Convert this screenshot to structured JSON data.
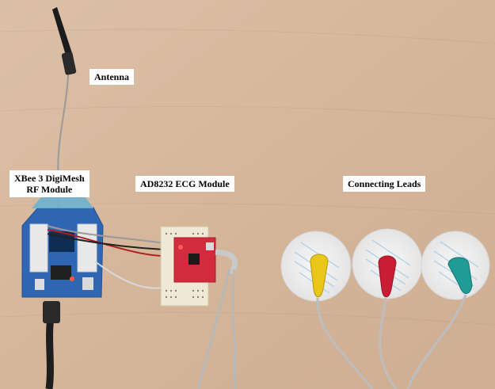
{
  "labels": {
    "antenna": "Antenna",
    "xbee_line1": "XBee 3 DigiMesh",
    "xbee_line2": "RF Module",
    "ecg": "AD8232 ECG Module",
    "leads": "Connecting Leads"
  },
  "colors": {
    "table": "#d7b99e",
    "board_blue": "#2f66b4",
    "ecg_red": "#d42a3d",
    "breadboard": "#efe8d4",
    "snap_yellow": "#e9c61a",
    "snap_red": "#c81d33",
    "snap_teal": "#1f9c95",
    "cable_grey": "#b8b8b8"
  }
}
